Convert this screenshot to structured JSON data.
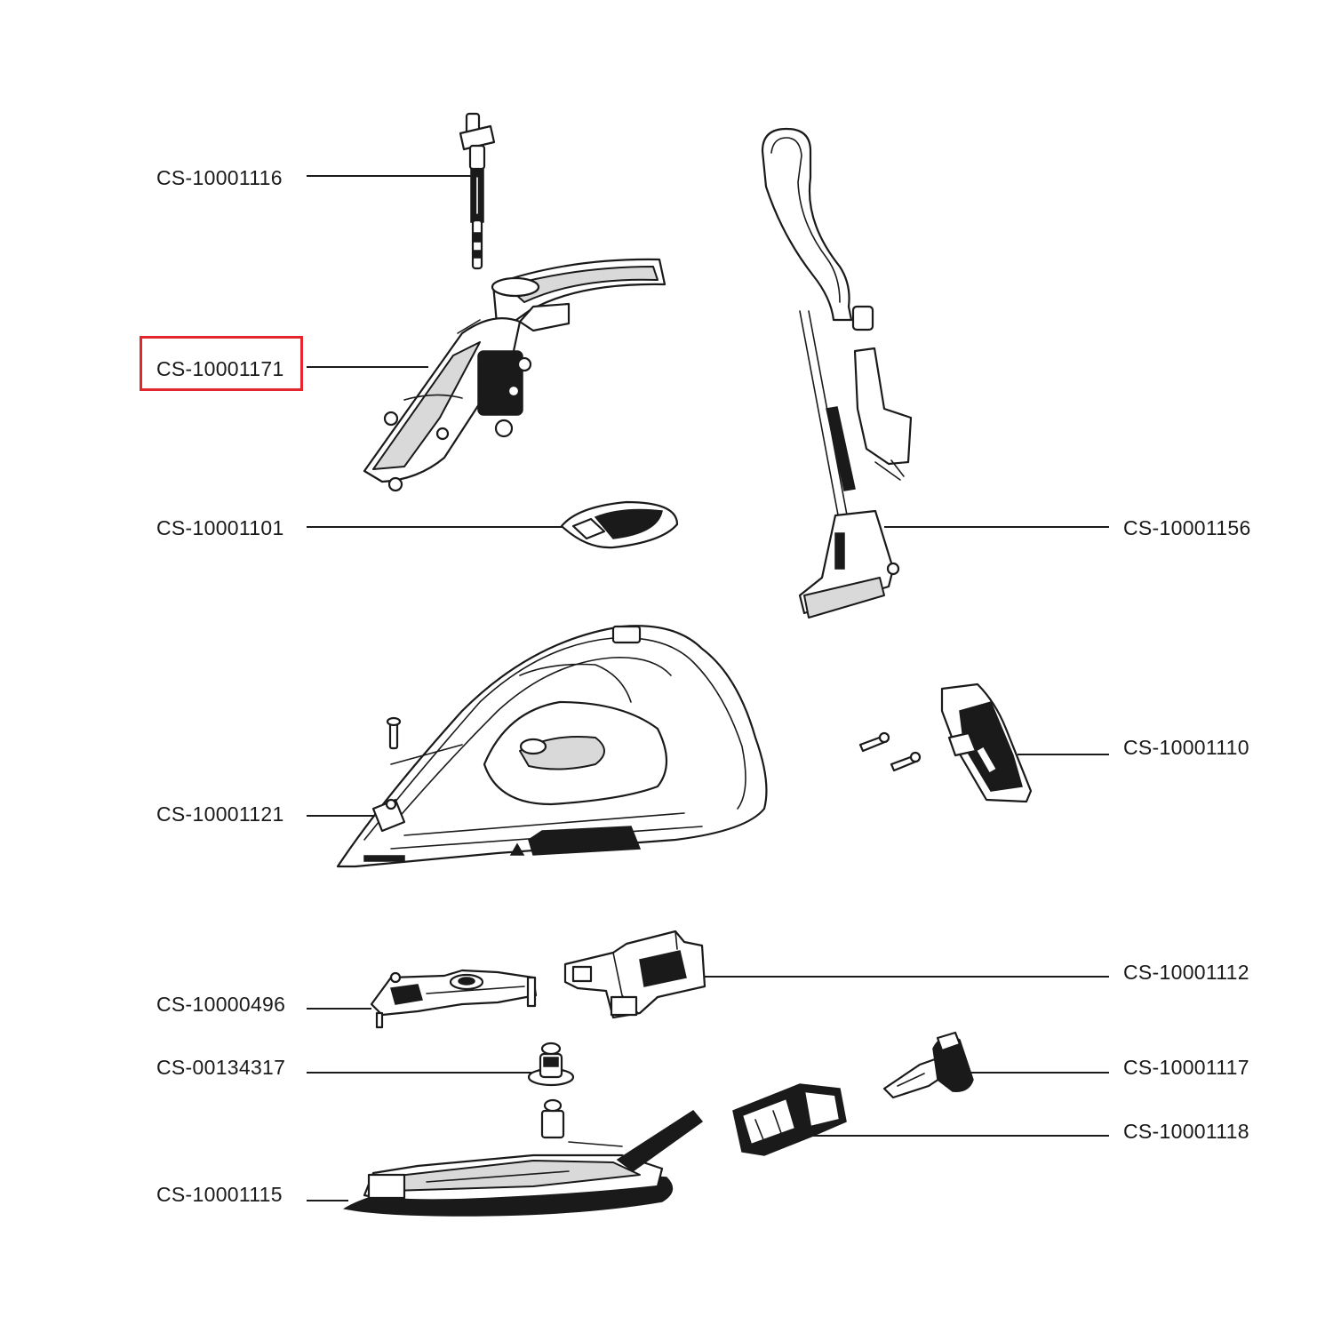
{
  "highlight_color": "#e3262b",
  "highlighted_part": "CS-10001171",
  "parts": [
    {
      "id": "p1116",
      "code": "CS-10001116",
      "depiction": "water-tank-valve-rod"
    },
    {
      "id": "p1171",
      "code": "CS-10001171",
      "depiction": "handle-assembly"
    },
    {
      "id": "p1101",
      "code": "CS-10001101",
      "depiction": "rear-cover-cap"
    },
    {
      "id": "p1156",
      "code": "CS-10001156",
      "depiction": "power-cord-with-plug"
    },
    {
      "id": "p1110",
      "code": "CS-10001110",
      "depiction": "cord-clamp-cover-with-screws"
    },
    {
      "id": "p1121",
      "code": "CS-10001121",
      "depiction": "iron-body-housing"
    },
    {
      "id": "p1112",
      "code": "CS-10001112",
      "depiction": "heel-rest-bracket"
    },
    {
      "id": "p0496",
      "code": "CS-10000496",
      "depiction": "thermostat-control-board"
    },
    {
      "id": "p4317",
      "code": "CS-00134317",
      "depiction": "anti-scale-valve"
    },
    {
      "id": "p1117",
      "code": "CS-10001117",
      "depiction": "steam-valve-pin"
    },
    {
      "id": "p1118",
      "code": "CS-10001118",
      "depiction": "connector-block"
    },
    {
      "id": "p1115",
      "code": "CS-10001115",
      "depiction": "soleplate"
    }
  ]
}
